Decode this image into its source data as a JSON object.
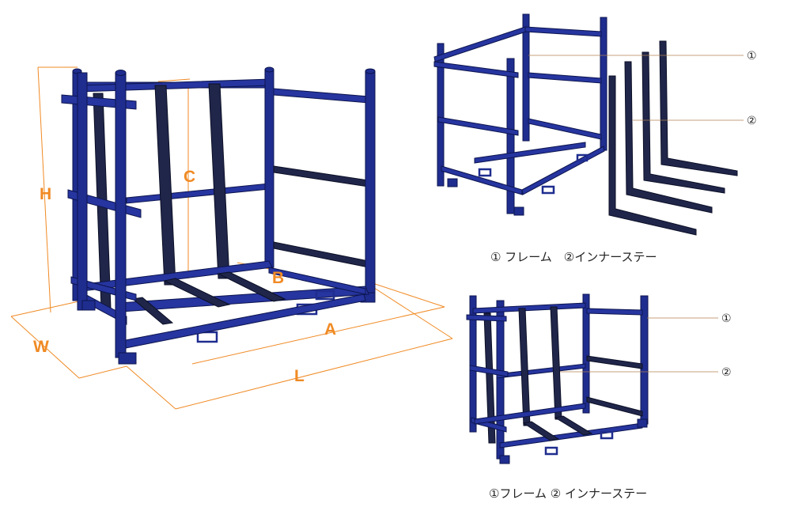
{
  "dimensions": {
    "H": "H",
    "C": "C",
    "B": "B",
    "A": "A",
    "W": "W",
    "L": "L"
  },
  "callouts": {
    "top": {
      "c1": "①",
      "c2": "②"
    },
    "bottom": {
      "c1": "①",
      "c2": "②"
    }
  },
  "captions": {
    "top": "① フレーム　②インナーステー",
    "bottom": "①フレーム ② インナーステー"
  },
  "colors": {
    "frame": "#1f2d8f",
    "inner_stay": "#20264a",
    "dimension": "#f08a24"
  }
}
